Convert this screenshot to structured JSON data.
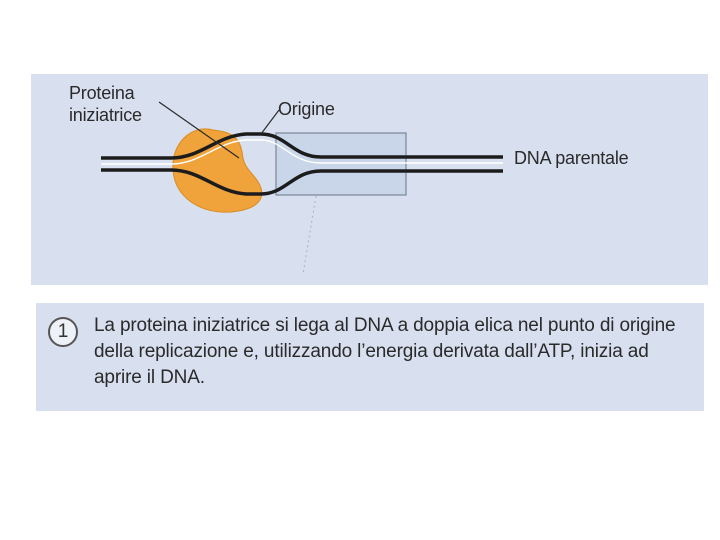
{
  "figure": {
    "labels": {
      "initiator_protein": "Proteina iniziatrice",
      "origin": "Origine",
      "parental_dna": "DNA parentale"
    },
    "colors": {
      "panel_background": "#d8e0f0",
      "protein_fill": "#f0a33a",
      "dna_strand": "#1c1c1c",
      "origin_box": "#c9d6ea"
    }
  },
  "caption": {
    "step_number": "1",
    "text": "La proteina iniziatrice si lega al DNA a doppia elica nel punto di origine della replicazione e, utilizzando l’energia derivata dall’ATP, inizia ad aprire il DNA."
  }
}
